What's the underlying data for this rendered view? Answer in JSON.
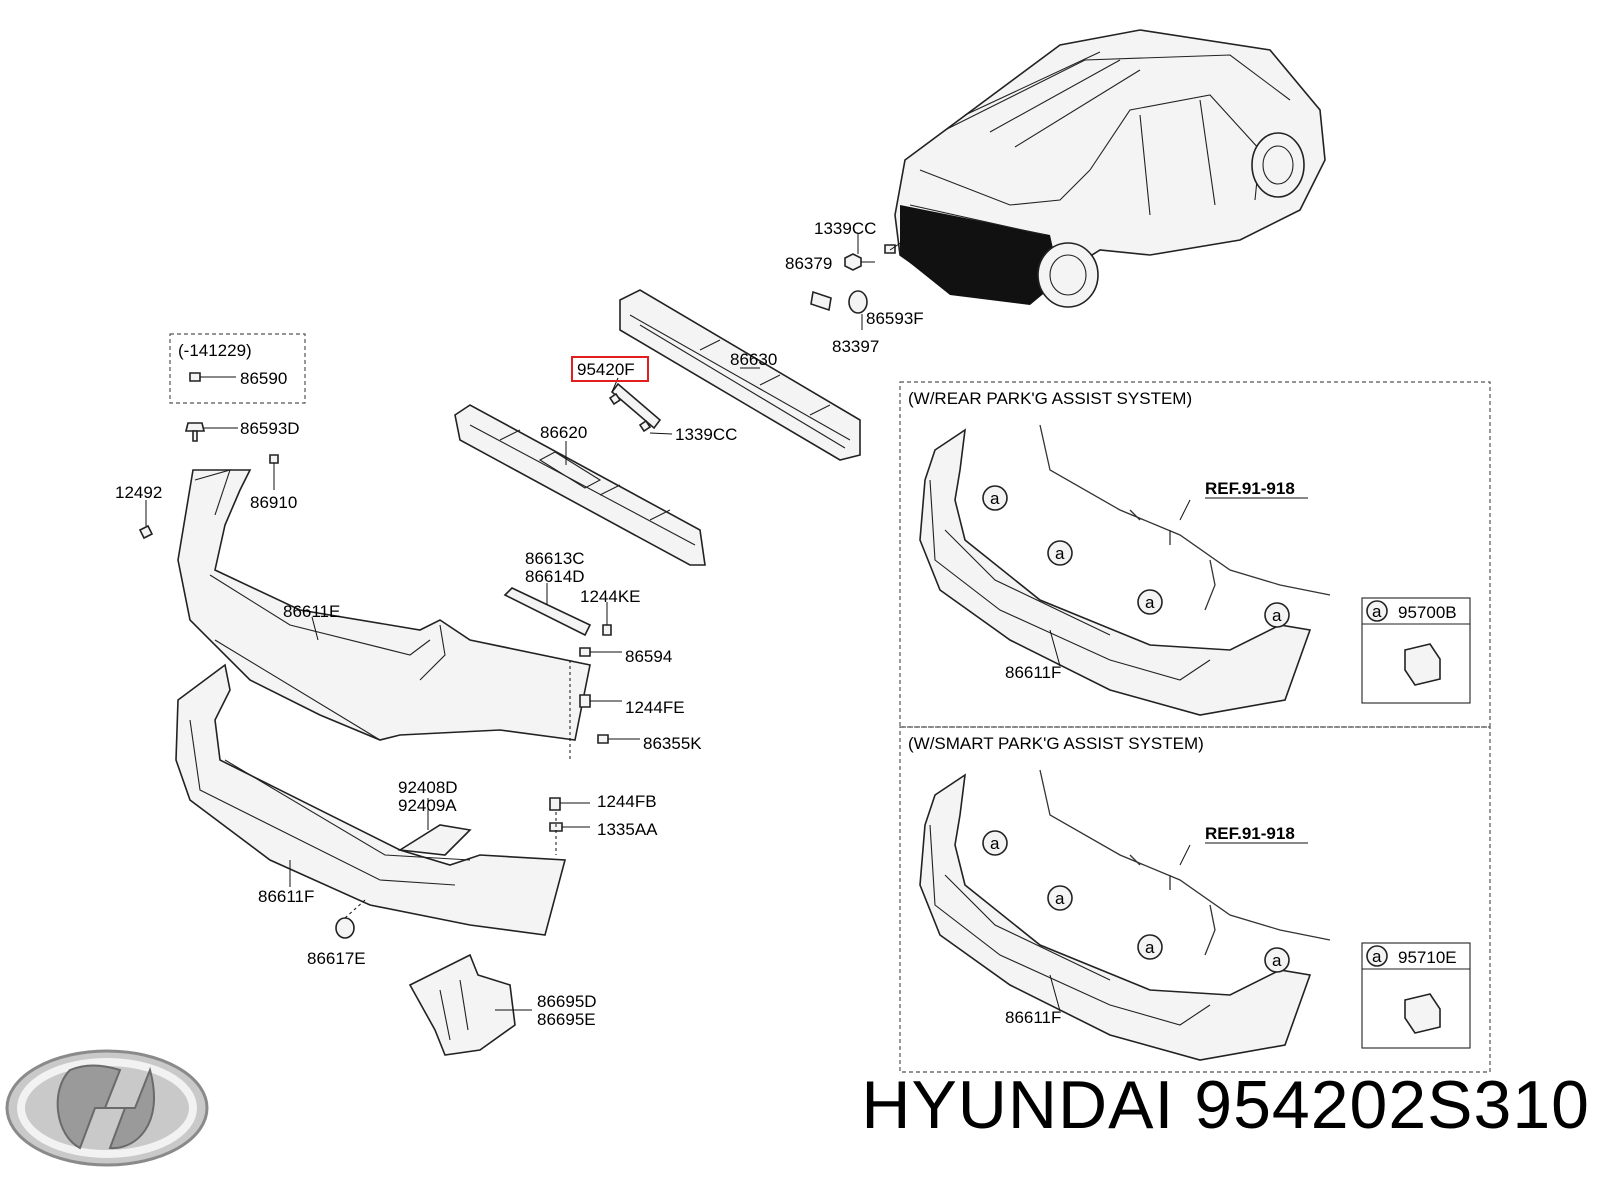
{
  "labels": {
    "p1339cc_top": "1339CC",
    "p86379": "86379",
    "p86593f": "86593F",
    "p83397": "83397",
    "p86630": "86630",
    "p95420f": "95420F",
    "p1339cc_mid": "1339CC",
    "p86620": "86620",
    "p141229": "(-141229)",
    "p86590": "86590",
    "p86593d": "86593D",
    "p12492": "12492",
    "p86910": "86910",
    "p86613c": "86613C",
    "p86614d": "86614D",
    "p1244ke": "1244KE",
    "p86611e": "86611E",
    "p86594": "86594",
    "p1244fe": "1244FE",
    "p86355k": "86355K",
    "p92408d": "92408D",
    "p92409a": "92409A",
    "p1244fb": "1244FB",
    "p1335aa": "1335AA",
    "p86611f_main": "86611F",
    "p86617e": "86617E",
    "p86695d": "86695D",
    "p86695e": "86695E"
  },
  "panels": {
    "rear": {
      "title": "(W/REAR PARK'G ASSIST SYSTEM)",
      "ref": "REF.91-918",
      "bumper": "86611F",
      "callout": "a",
      "sensor_part": "95700B"
    },
    "smart": {
      "title": "(W/SMART PARK'G ASSIST SYSTEM)",
      "ref": "REF.91-918",
      "bumper": "86611F",
      "callout": "a",
      "sensor_part": "95710E"
    }
  },
  "highlight": {
    "color": "#e02020"
  },
  "footer": {
    "brand_text": "HYUNDAI 954202S310"
  },
  "icons": [
    "hyundai-logo-icon"
  ]
}
